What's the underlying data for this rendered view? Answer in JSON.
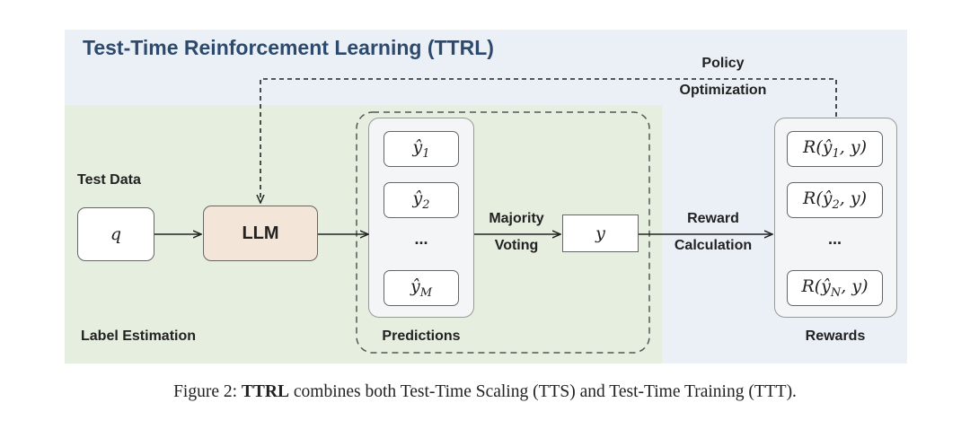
{
  "title": "Test-Time Reinforcement Learning (TTRL)",
  "labels": {
    "test_data": "Test Data",
    "label_estimation": "Label Estimation",
    "predictions": "Predictions",
    "rewards": "Rewards",
    "policy_line1": "Policy",
    "policy_line2": "Optimization",
    "majority_line1": "Majority",
    "majority_line2": "Voting",
    "reward_calc_line1": "Reward",
    "reward_calc_line2": "Calculation"
  },
  "nodes": {
    "query": "q",
    "llm": "LLM",
    "voted_label": "y",
    "ellipsis": "..."
  },
  "predictions": [
    {
      "base": "ŷ",
      "sub": "1"
    },
    {
      "base": "ŷ",
      "sub": "2"
    },
    {
      "base": "ŷ",
      "sub": "M"
    }
  ],
  "rewards": [
    {
      "prefix": "R(ŷ",
      "sub": "1",
      "suffix": ", y)"
    },
    {
      "prefix": "R(ŷ",
      "sub": "2",
      "suffix": ", y)"
    },
    {
      "prefix": "R(ŷ",
      "sub": "N",
      "suffix": ", y)"
    }
  ],
  "caption": {
    "prefix": "Figure 2: ",
    "bold": "TTRL",
    "rest": " combines both Test-Time Scaling (TTS) and Test-Time Training (TTT)."
  }
}
